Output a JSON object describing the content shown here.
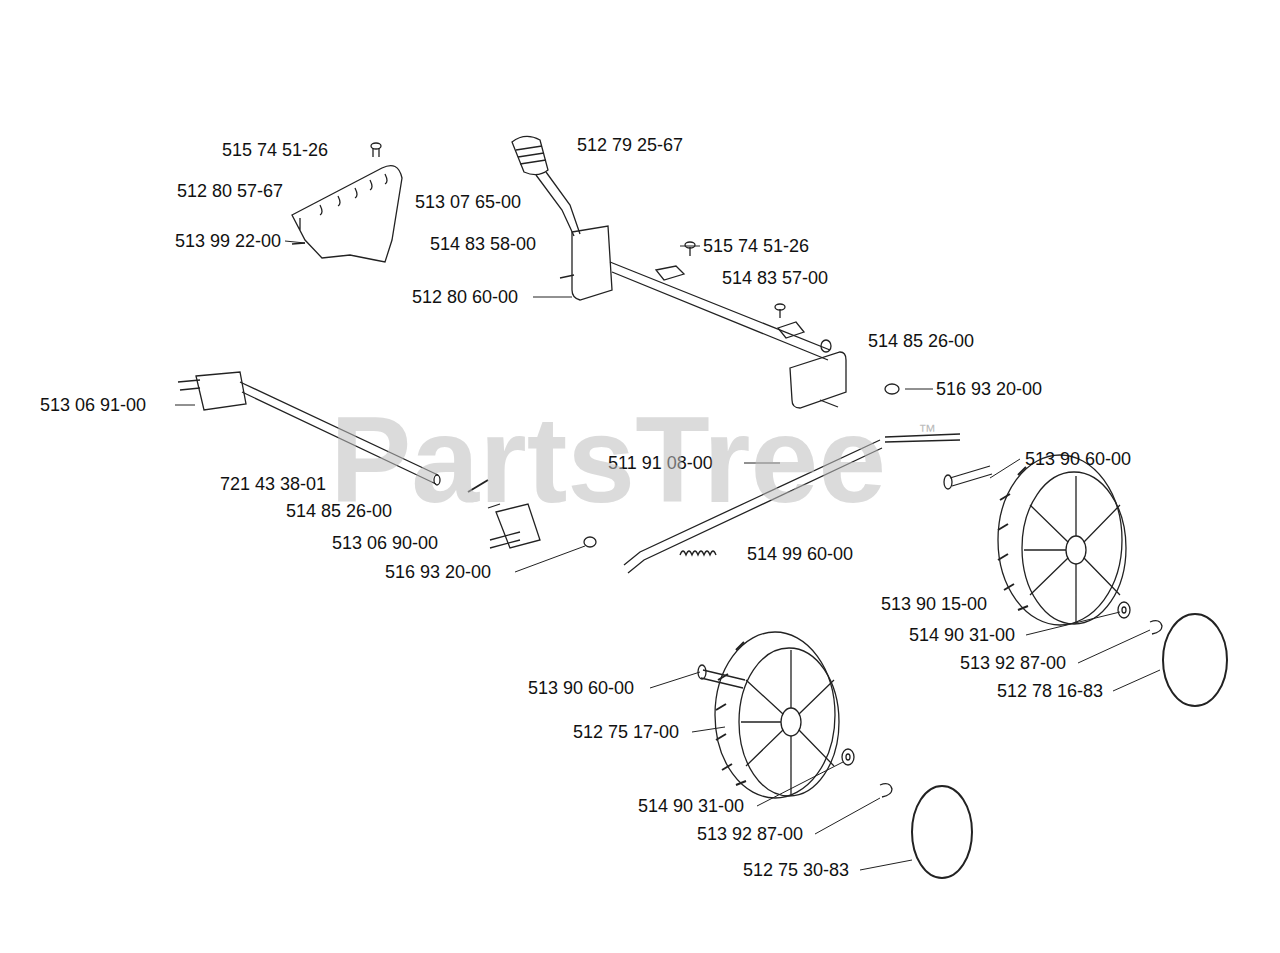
{
  "diagram": {
    "labels": [
      "515 74 51-26",
      "512 79 25-67",
      "512 80 57-67",
      "513 07 65-00",
      "513 99 22-00",
      "514 83 58-00",
      "515 74 51-26",
      "514 83 57-00",
      "512 80 60-00",
      "514 85 26-00",
      "516 93 20-00",
      "513 06 91-00",
      "721 43 38-01",
      "511 91 08-00",
      "513 90 60-00",
      "514 85 26-00",
      "513 06 90-00",
      "514 99 60-00",
      "516 93 20-00",
      "513 90 15-00",
      "514 90 31-00",
      "513 92 87-00",
      "512 78 16-83",
      "513 90 60-00",
      "512 75 17-00",
      "514 90 31-00",
      "513 92 87-00",
      "512 75 30-83",
      "PartsTree",
      "™"
    ]
  }
}
